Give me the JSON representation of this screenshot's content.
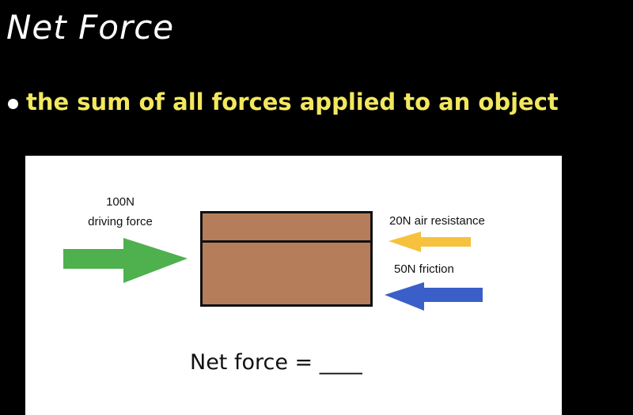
{
  "slide": {
    "title": "Net Force",
    "bullet": "the sum of all forces applied to an object"
  },
  "diagram": {
    "driving_force": {
      "magnitude": "100N",
      "label": "driving force",
      "color": "#4fb04e"
    },
    "air_resistance": {
      "label": "20N air resistance",
      "color": "#f6c13c"
    },
    "friction": {
      "label": "50N friction",
      "color": "#3a5fc8"
    },
    "box_color": "#b67d5b",
    "net_force_text": "Net force = ____"
  }
}
